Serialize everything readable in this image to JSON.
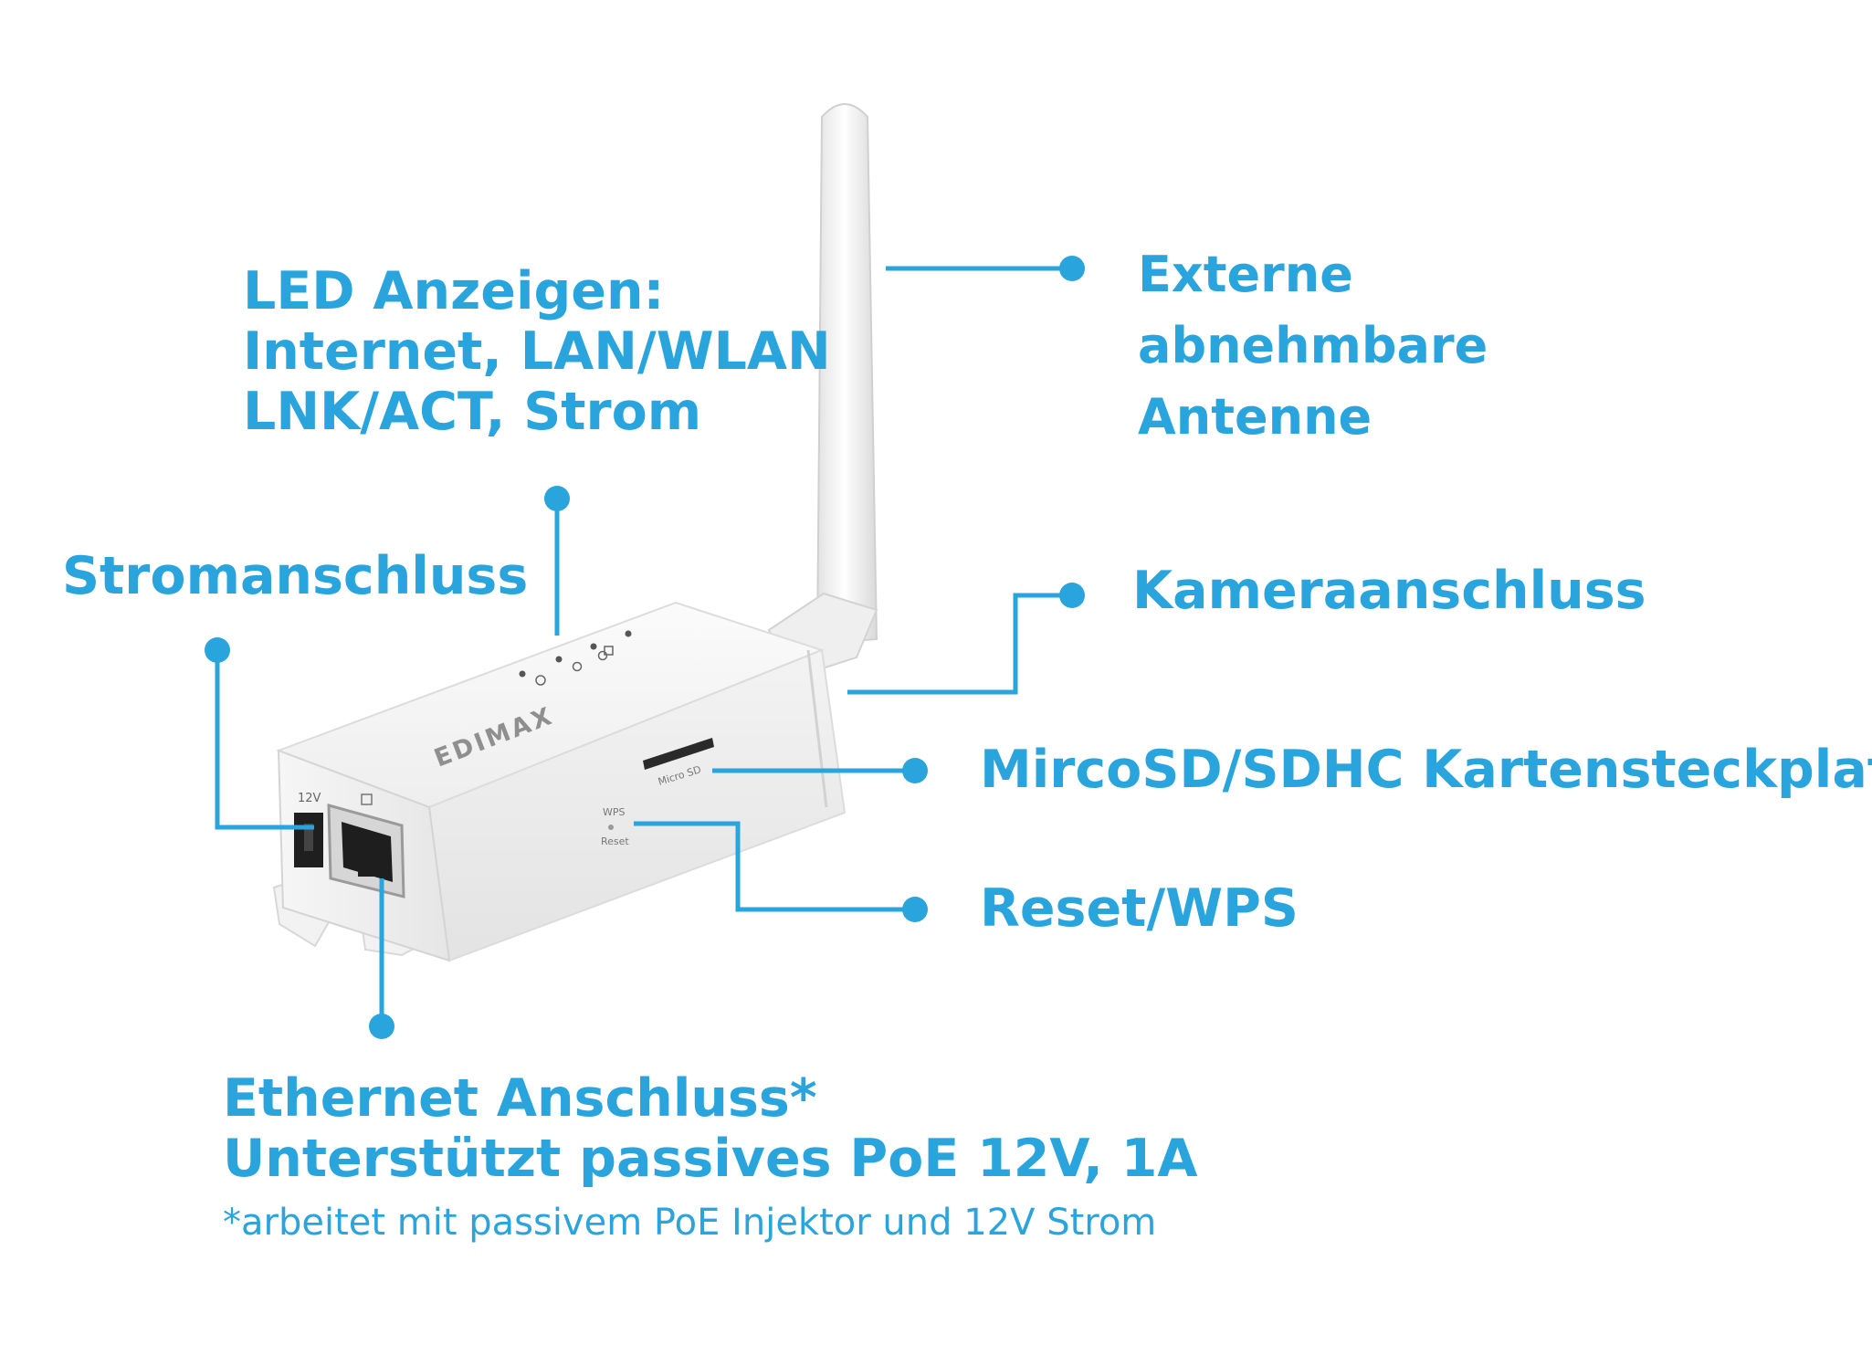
{
  "device": {
    "brand": "EDIMAX",
    "port_12v": "12V",
    "microsd_text": "Micro SD",
    "wps_text": "WPS",
    "reset_text": "Reset"
  },
  "labels": {
    "led": [
      "LED Anzeigen:",
      "Internet, LAN/WLAN",
      "LNK/ACT, Strom"
    ],
    "antenna": [
      "Externe",
      "abnehmbare",
      "Antenne"
    ],
    "power": "Stromanschluss",
    "camera": "Kameraanschluss",
    "microsd": "MircoSD/SDHC Kartensteckplatz",
    "reset": "Reset/WPS",
    "ethernet": [
      "Ethernet Anschluss*",
      "Unterstützt passives PoE 12V, 1A"
    ],
    "note": "*arbeitet mit passivem PoE Injektor und 12V Strom"
  },
  "colors": {
    "accent": "#2aa4dd",
    "device_body": "#f4f4f4",
    "device_edge": "#d6d6d6"
  }
}
